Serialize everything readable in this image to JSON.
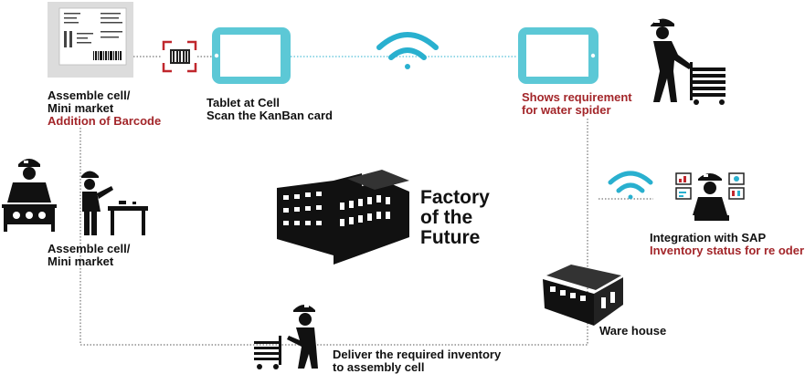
{
  "barcode_cell": {
    "line1": "Assemble cell/",
    "line2": "Mini market",
    "line3": "Addition of Barcode"
  },
  "tablet_cell": {
    "line1": "Tablet at Cell",
    "line2": "Scan the KanBan card"
  },
  "water_spider": {
    "line1": "Shows requirement",
    "line2": "for water spider"
  },
  "assembly_cell": {
    "line1": "Assemble cell/",
    "line2": "Mini market"
  },
  "factory": {
    "line1": "Factory",
    "line2": "of the",
    "line3": "Future"
  },
  "sap": {
    "line1": "Integration with SAP",
    "line2": "Inventory status for re oder"
  },
  "warehouse": {
    "label": "Ware house"
  },
  "delivery": {
    "line1": "Deliver the required inventory",
    "line2": "to assembly cell"
  },
  "colors": {
    "accent_red": "#a3262a",
    "tablet_blue": "#5cc8d6",
    "wifi_blue": "#29b0cf",
    "dark": "#111111"
  },
  "icons": [
    "kanban-card-icon",
    "barcode-scan-icon",
    "tablet-icon",
    "wifi-icon",
    "tablet-icon",
    "worker-cart-icon",
    "worker-bench-icon",
    "worker-tool-icon",
    "factory-icon",
    "wifi-icon",
    "worker-dashboard-icon",
    "warehouse-icon",
    "worker-cart-icon"
  ]
}
